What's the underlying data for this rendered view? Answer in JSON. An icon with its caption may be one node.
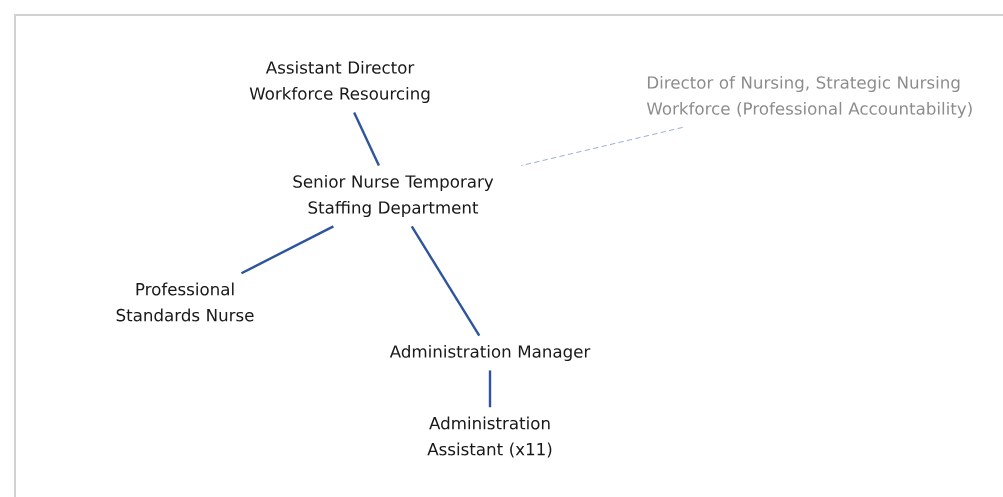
{
  "diagram": {
    "nodes": [
      {
        "text": [
          "Assistant Director Workforce Resourcing"
        ]
      },
      {
        "text": [
          "Director of Nursing, Strategic Nursing Workforce (Professional Accountability)"
        ]
      },
      {
        "text": [
          "Senior Nurse Temporary Staffing Department"
        ]
      },
      {
        "text": [
          "Professional Standards Nurse"
        ]
      },
      {
        "text": [
          "Administration Manager"
        ]
      },
      {
        "text": [
          "Administration Assistant (x11)"
        ]
      }
    ],
    "edges": [
      {
        "from": 0,
        "to": 2,
        "arrow": "none"
      },
      {
        "from": 1,
        "to": 2,
        "arrow": "none",
        "style": "dashed",
        "color": "#7e9cd0"
      },
      {
        "from": 2,
        "to": 3,
        "arrow": "none"
      },
      {
        "from": 2,
        "to": 4,
        "arrow": "none"
      },
      {
        "from": 4,
        "to": 5,
        "arrow": "none"
      }
    ]
  }
}
